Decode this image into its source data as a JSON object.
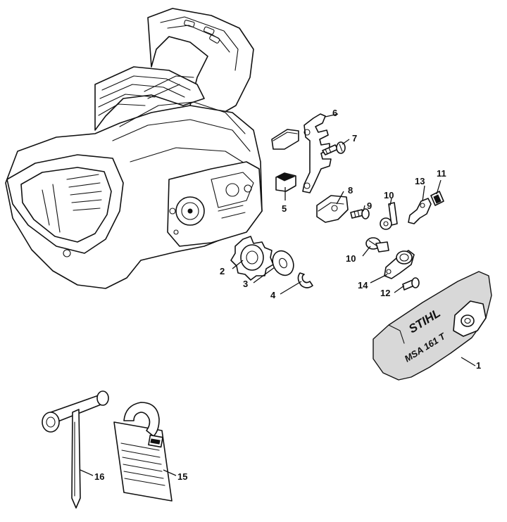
{
  "callouts": {
    "c1": "1",
    "c2": "2",
    "c3": "3",
    "c4": "4",
    "c5": "5",
    "c6": "6",
    "c7": "7",
    "c8": "8",
    "c9": "9",
    "c10a": "10",
    "c10b": "10",
    "c11": "11",
    "c12": "12",
    "c13": "13",
    "c14": "14",
    "c15": "15",
    "c16": "16"
  },
  "cover": {
    "brand": "STIHL",
    "model": "MSA 161 T"
  },
  "colors": {
    "line": "#111111",
    "fill": "#ffffff",
    "shade": "#d8d8d8"
  }
}
